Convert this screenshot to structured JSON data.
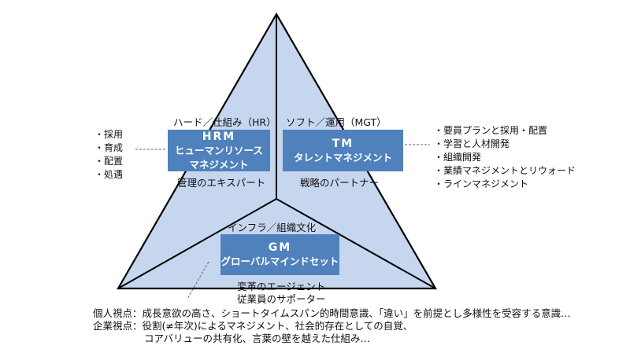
{
  "hrm": {
    "heading": "ハード／仕組み（HR）",
    "abbr": "HRM",
    "name_line1": "ヒューマンリソース",
    "name_line2": "マネジメント",
    "role": "管理のエキスパート",
    "items": [
      "・採用",
      "・育成",
      "・配置",
      "・処遇"
    ]
  },
  "tm": {
    "heading": "ソフト／運用（MGT）",
    "abbr": "TM",
    "name": "タレントマネジメント",
    "role": "戦略のパートナー",
    "items": [
      "・要員プランと採用・配置",
      "・学習と人材開発",
      "・組織開発",
      "・業績マネジメントとリウォード",
      "・ラインマネジメント"
    ]
  },
  "gm": {
    "heading": "インフラ／組織文化",
    "abbr": "GM",
    "name": "グローバルマインドセット",
    "role_line1": "変革のエージェント",
    "role_line2": "従業員のサポーター"
  },
  "perspectives": {
    "individual_label": "個人視点：",
    "individual_text": "成長意欲の高さ、ショートタイムスパン的時間意識、「違い」を前提とし多様性を受容する意識…",
    "corporate_label": "企業視点：",
    "corporate_text1": "役割(≠年次)によるマネジメント、社会的存在としての自覚、",
    "corporate_text2": "コアバリューの共有化、言葉の壁を越えた仕組み…"
  },
  "colors": {
    "pyramid_fill": "#c6d6ee",
    "box_fill": "#4f81bd",
    "line": "#000000"
  }
}
